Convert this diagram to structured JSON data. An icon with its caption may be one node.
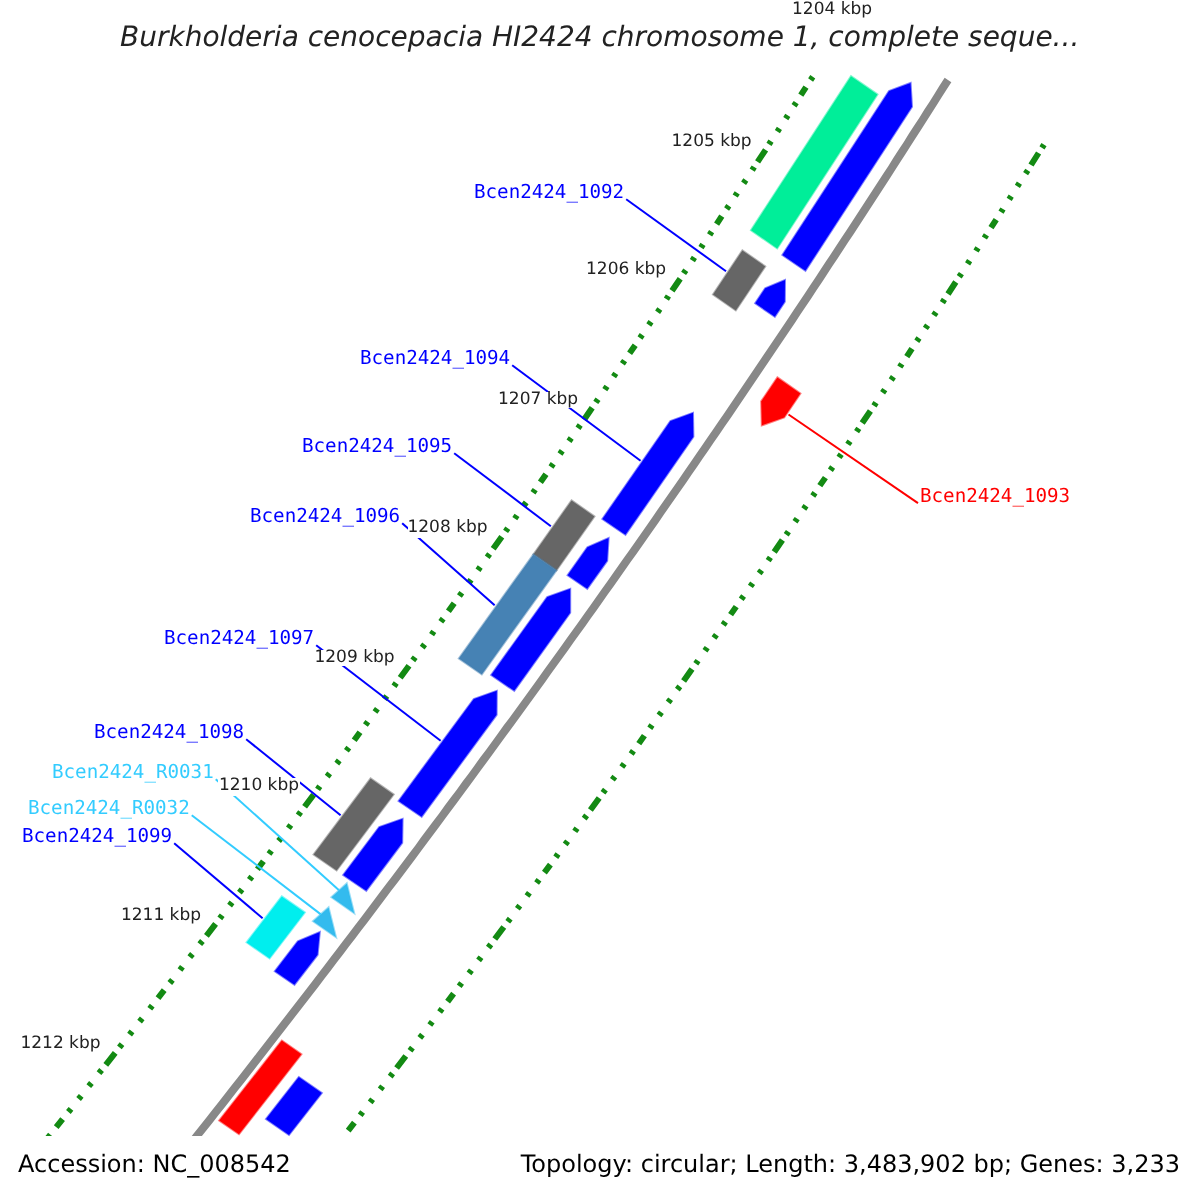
{
  "diagram": {
    "title": "Burkholderia cenocepacia HI2424 chromosome 1, complete seque...",
    "nodes": [
      {
        "text": [
          "Bcen2424_1092"
        ]
      },
      {
        "text": [
          "Bcen2424_1094"
        ]
      },
      {
        "text": [
          "Bcen2424_1095"
        ]
      },
      {
        "text": [
          "Bcen2424_1093"
        ]
      },
      {
        "text": [
          "Bcen2424_1096"
        ]
      },
      {
        "text": [
          "Bcen2424_1097"
        ]
      },
      {
        "text": [
          "Bcen2424_1098"
        ]
      },
      {
        "text": [
          "Bcen2424_R0031"
        ]
      },
      {
        "text": [
          "Bcen2424_R0032"
        ]
      },
      {
        "text": [
          "Bcen2424_1099"
        ]
      },
      {
        "text": [],
        "shape": "box"
      },
      {
        "text": [],
        "shape": "pentagon"
      },
      {
        "text": [],
        "shape": "box"
      },
      {
        "text": [],
        "shape": "pentagon"
      },
      {
        "text": [],
        "shape": "pentagon"
      },
      {
        "text": [],
        "shape": "pentagon"
      },
      {
        "text": [],
        "shape": "box"
      },
      {
        "text": [],
        "shape": "pentagon"
      },
      {
        "text": [],
        "shape": "box"
      },
      {
        "text": [],
        "shape": "pentagon"
      },
      {
        "text": [],
        "shape": "pentagon"
      },
      {
        "text": [],
        "shape": "box"
      },
      {
        "text": [],
        "shape": "pentagon"
      },
      {
        "text": [],
        "shape": "triangle"
      },
      {
        "text": [],
        "shape": "triangle"
      },
      {
        "text": [],
        "shape": "box"
      },
      {
        "text": [],
        "shape": "pentagon"
      },
      {
        "text": [],
        "shape": "box"
      },
      {
        "text": [],
        "shape": "box"
      }
    ],
    "edges": [
      {
        "from": 0,
        "to": 12,
        "arrow": "none"
      },
      {
        "from": 1,
        "to": 15,
        "arrow": "none"
      },
      {
        "from": 2,
        "to": 16,
        "arrow": "none"
      },
      {
        "from": 3,
        "to": 14,
        "arrow": "none",
        "color": "#ff0000"
      },
      {
        "from": 4,
        "to": 18,
        "arrow": "none"
      },
      {
        "from": 5,
        "to": 20,
        "arrow": "none"
      },
      {
        "from": 6,
        "to": 21,
        "arrow": "none"
      },
      {
        "from": 7,
        "to": 23,
        "arrow": "none",
        "color": "#33ccff"
      },
      {
        "from": 8,
        "to": 24,
        "arrow": "none",
        "color": "#33ccff"
      },
      {
        "from": 9,
        "to": 25,
        "arrow": "none"
      }
    ],
    "labels": [
      "1204 kbp",
      "1205 kbp",
      "1206 kbp",
      "1207 kbp",
      "1208 kbp",
      "1209 kbp",
      "1210 kbp",
      "1211 kbp",
      "1212 kbp",
      "Accession: NC_008542",
      "Topology: circular; Length: 3,483,902 bp; Genes: 3,233"
    ]
  }
}
